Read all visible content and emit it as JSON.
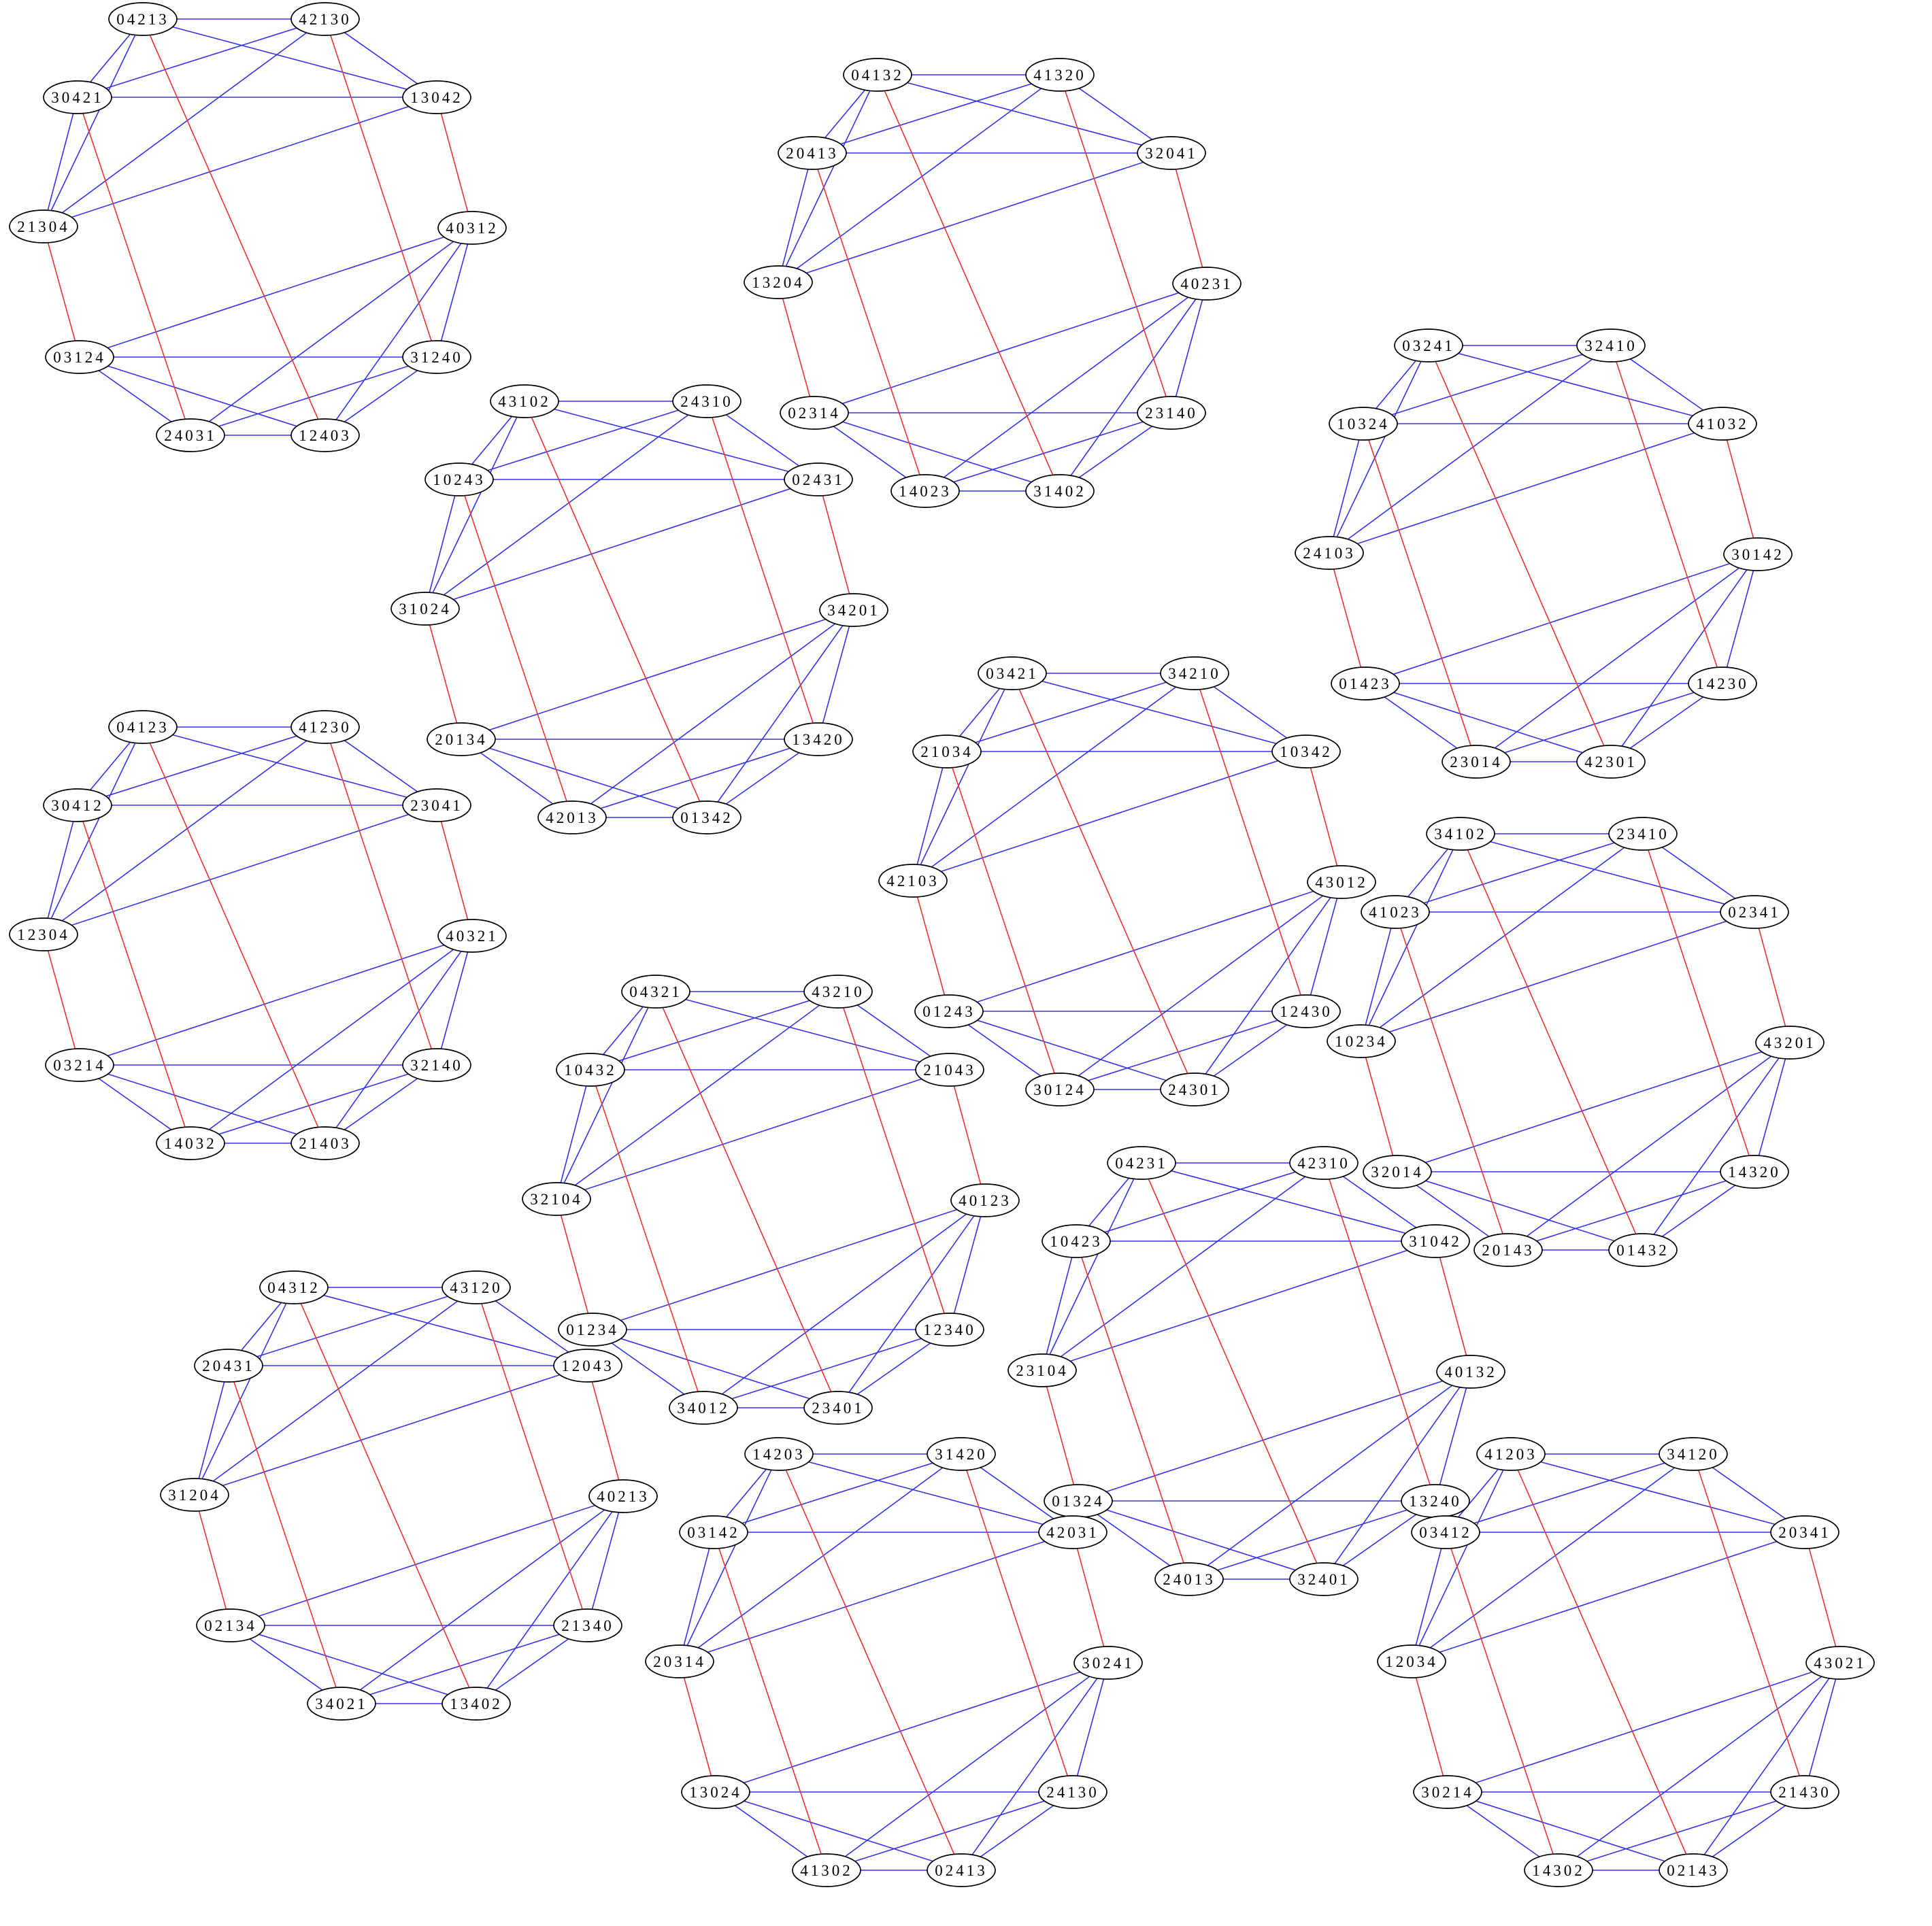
{
  "colors": {
    "background": "#ffffff",
    "blue_edge": "#3333ee",
    "red_edge": "#ee3333",
    "node_stroke": "#000000"
  },
  "graphs": [
    {
      "labels": [
        "04213",
        "42130",
        "30421",
        "13042",
        "21304",
        "40312",
        "03124",
        "31240",
        "24031",
        "12403"
      ]
    },
    {
      "labels": [
        "04132",
        "41320",
        "20413",
        "32041",
        "13204",
        "40231",
        "02314",
        "23140",
        "14023",
        "31402"
      ]
    },
    {
      "labels": [
        "03241",
        "32410",
        "10324",
        "41032",
        "24103",
        "30142",
        "01423",
        "14230",
        "23014",
        "42301"
      ]
    },
    {
      "labels": [
        "43102",
        "24310",
        "10243",
        "02431",
        "31024",
        "34201",
        "20134",
        "13420",
        "42013",
        "01342"
      ]
    },
    {
      "labels": [
        "03421",
        "34210",
        "21034",
        "10342",
        "42103",
        "43012",
        "01243",
        "12430",
        "30124",
        "24301"
      ]
    },
    {
      "labels": [
        "04123",
        "41230",
        "30412",
        "23041",
        "12304",
        "40321",
        "03214",
        "32140",
        "14032",
        "21403"
      ]
    },
    {
      "labels": [
        "34102",
        "23410",
        "41023",
        "02341",
        "10234",
        "43201",
        "32014",
        "14320",
        "20143",
        "01432"
      ]
    },
    {
      "labels": [
        "04321",
        "43210",
        "10432",
        "21043",
        "32104",
        "40123",
        "01234",
        "12340",
        "34012",
        "23401"
      ]
    },
    {
      "labels": [
        "04231",
        "42310",
        "10423",
        "31042",
        "23104",
        "40132",
        "01324",
        "13240",
        "24013",
        "32401"
      ]
    },
    {
      "labels": [
        "04312",
        "43120",
        "20431",
        "12043",
        "31204",
        "40213",
        "02134",
        "21340",
        "34021",
        "13402"
      ]
    },
    {
      "labels": [
        "14203",
        "31420",
        "03142",
        "42031",
        "20314",
        "30241",
        "13024",
        "24130",
        "41302",
        "02413"
      ]
    },
    {
      "labels": [
        "41203",
        "34120",
        "03412",
        "20341",
        "12034",
        "43021",
        "30214",
        "21430",
        "14302",
        "02143"
      ]
    }
  ]
}
